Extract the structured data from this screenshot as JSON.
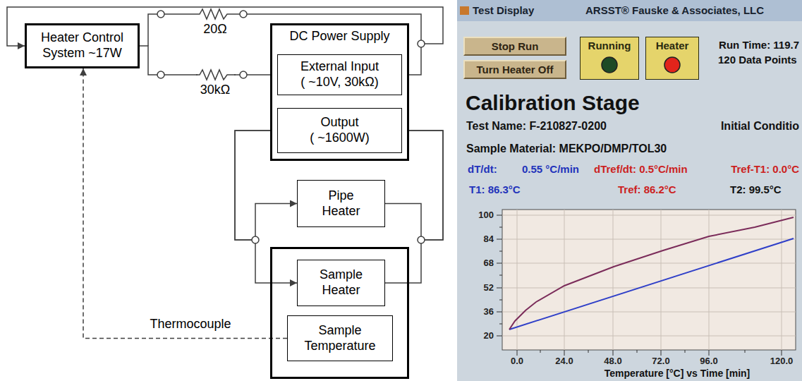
{
  "diagram": {
    "nodes": [
      {
        "text": [
          "Heater Control System ~17W"
        ]
      },
      {
        "text": [
          "DC Power Supply"
        ]
      },
      {
        "text": [
          "External Input",
          "( ~10V, 30kΩ)"
        ],
        "in": 1
      },
      {
        "text": [
          "Output",
          "( ~1600W)"
        ],
        "in": 1
      },
      {
        "text": [
          "Pipe Heater"
        ]
      },
      {
        "text": [
          "Sample Heater"
        ]
      },
      {
        "text": [
          "Sample Temperature"
        ]
      },
      {
        "text": [
          "Stop Run"
        ]
      },
      {
        "text": [
          "Turn Heater Off"
        ]
      },
      {
        "text": [
          "Running"
        ]
      },
      {
        "text": [
          "Heater"
        ]
      }
    ],
    "edges": [
      {
        "from": 0,
        "to": 2,
        "arrow": "none"
      },
      {
        "from": 2,
        "to": 0,
        "arrow": "to"
      },
      {
        "from": 3,
        "to": 4,
        "arrow": "to"
      },
      {
        "from": 3,
        "to": 5,
        "arrow": "to"
      },
      {
        "from": 4,
        "to": 3,
        "arrow": "to"
      },
      {
        "from": 5,
        "to": 3,
        "arrow": "to"
      },
      {
        "from": 6,
        "to": 0,
        "arrow": "to",
        "label": "Thermocouple"
      }
    ],
    "labels": [
      "20Ω",
      "30kΩ",
      "Test Display",
      "ARSST® Fauske & Associates, LLC",
      "Run Time: 119.7",
      "120 Data Points",
      "Calibration Stage",
      "Test Name: F-210827-0200",
      "Initial Conditio",
      "Sample Material: MEKPO/DMP/TOL30",
      "dT/dt:",
      "0.55 °C/min",
      "dTref/dt: 0.5°C/min",
      "Tref-T1: 0.0°C",
      "T1: 86.3°C",
      "Tref: 86.2°C",
      "T2: 99.5°C",
      "100",
      "84",
      "68",
      "52",
      "36",
      "20",
      "0.0",
      "24.0",
      "48.0",
      "72.0",
      "96.0",
      "120.0",
      "Temperature [°C] vs Time [min]"
    ]
  }
}
